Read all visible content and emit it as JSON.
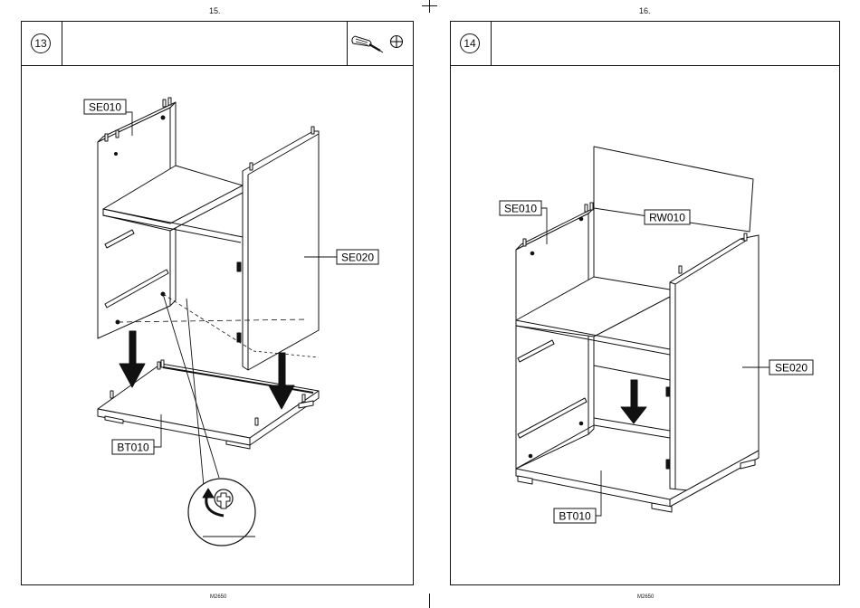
{
  "left_page": {
    "page_number": "15.",
    "step_number": "13",
    "footer_code": "M2650",
    "labels": {
      "se010": "SE010",
      "se020": "SE020",
      "bt010": "BT010"
    },
    "tool_icons": [
      "screwdriver-icon",
      "phillips-head-icon"
    ]
  },
  "right_page": {
    "page_number": "16.",
    "step_number": "14",
    "footer_code": "M2650",
    "labels": {
      "se010": "SE010",
      "rw010": "RW010",
      "se020": "SE020",
      "bt010": "BT010"
    }
  }
}
